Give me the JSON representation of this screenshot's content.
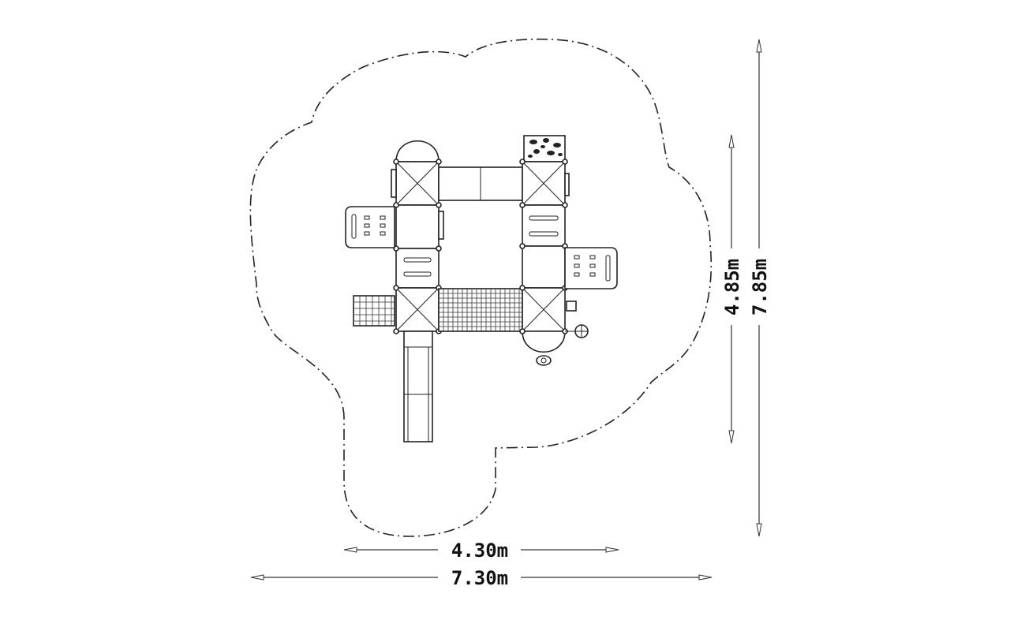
{
  "dimensions": {
    "equipment_width": "4.30m",
    "overall_width": "7.30m",
    "equipment_depth": "4.85m",
    "overall_depth": "7.85m"
  },
  "colors": {
    "line": "#222222",
    "background": "#ffffff"
  }
}
